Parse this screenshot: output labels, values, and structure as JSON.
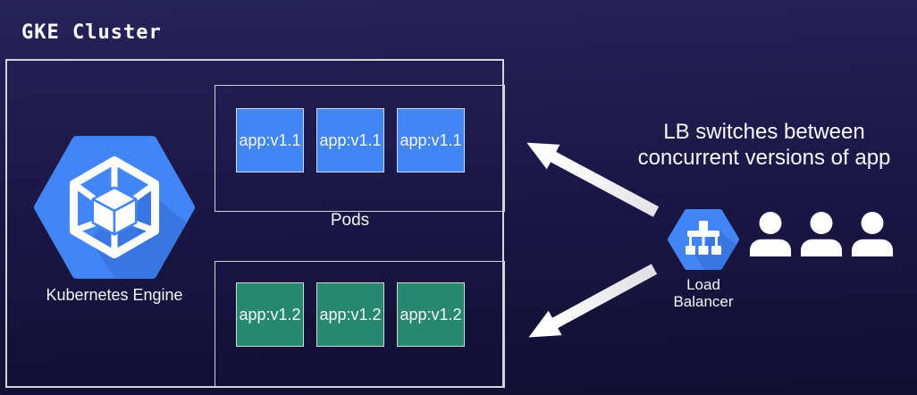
{
  "title": "GKE Cluster",
  "cluster": {
    "engine_label": "Kubernetes Engine",
    "pods_label": "Pods",
    "pods": {
      "row1": {
        "version": "v1.1",
        "items": [
          "app:v1.1",
          "app:v1.1",
          "app:v1.1"
        ]
      },
      "row2": {
        "version": "v1.2",
        "items": [
          "app:v1.2",
          "app:v1.2",
          "app:v1.2"
        ]
      }
    }
  },
  "load_balancer": {
    "line1": "Load",
    "line2": "Balancer"
  },
  "annotation": {
    "line1": "LB switches between",
    "line2": "concurrent versions of app"
  },
  "users_count": 3,
  "icons": {
    "engine": "gke-hexagon-cube-icon",
    "load_balancer": "load-balancer-hexagon-icon",
    "user": "user-silhouette-icon"
  },
  "colors": {
    "pod_v11": "#4285f4",
    "pod_v12": "#27886f",
    "gcp_blue": "#4285f4",
    "box_border": "#d3d4da",
    "arrow": "#ffffff",
    "bg_top": "#27235b",
    "bg_bottom": "#110f31",
    "text": "#ffffff"
  }
}
